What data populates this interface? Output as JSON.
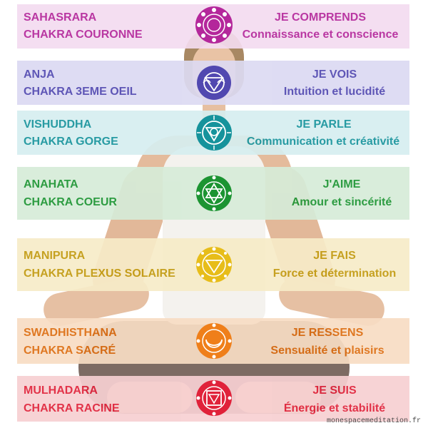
{
  "chakras": [
    {
      "sanskrit": "SAHASRARA",
      "name": "CHAKRA COURONNE",
      "verb": "JE COMPRENDS",
      "meaning": "Connaissance et conscience",
      "color": "#b4279b",
      "band_color": "#f4dcf0",
      "icon": "sahasrara-lotus-icon"
    },
    {
      "sanskrit": "ANJA",
      "name": "CHAKRA 3EME OEIL",
      "verb": "JE VOIS",
      "meaning": "Intuition et lucidité",
      "color": "#5148b0",
      "band_color": "#dcdaf2",
      "icon": "ajna-eye-icon"
    },
    {
      "sanskrit": "VISHUDDHA",
      "name": "CHAKRA GORGE",
      "verb": "JE PARLE",
      "meaning": "Communication et créativité",
      "color": "#16939c",
      "band_color": "#d6eef0",
      "icon": "vishuddha-circle-icon"
    },
    {
      "sanskrit": "ANAHATA",
      "name": "CHAKRA COEUR",
      "verb": "J'AIME",
      "meaning": "Amour et sincérité",
      "color": "#1c9432",
      "band_color": "#d6ecd8",
      "icon": "anahata-star-icon"
    },
    {
      "sanskrit": "MANIPURA",
      "name": "CHAKRA PLEXUS SOLAIRE",
      "verb": "JE FAIS",
      "meaning": "Force et détermination",
      "color": "#c29a0f",
      "band_color": "#f7ecc8",
      "icon": "manipura-triangle-icon"
    },
    {
      "sanskrit": "SWADHISTHANA",
      "name": "CHAKRA SACRÉ",
      "verb": "JE RESSENS",
      "meaning": "Sensualité et plaisirs",
      "color": "#dd6d10",
      "band_color": "#f8ddc4",
      "icon": "swadhisthana-crescent-icon"
    },
    {
      "sanskrit": "MULHADARA",
      "name": "CHAKRA RACINE",
      "verb": "JE SUIS",
      "meaning": "Énergie et stabilité",
      "color": "#e0223a",
      "band_color": "#f7d0d2",
      "icon": "muladhara-square-icon"
    }
  ],
  "watermark": "monespacemeditation.fr"
}
